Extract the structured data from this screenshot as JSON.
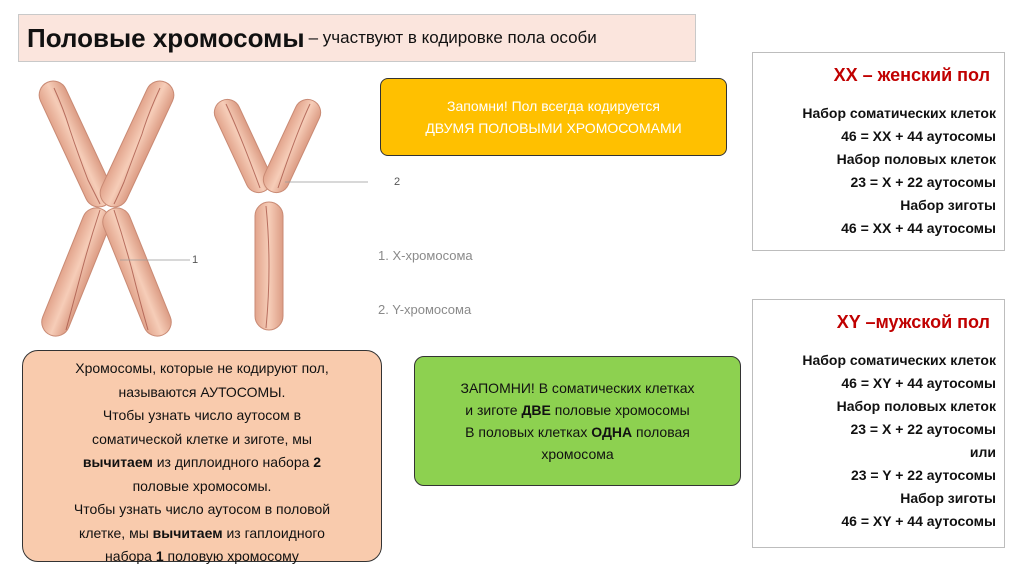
{
  "title": {
    "main": "Половые хромосомы",
    "sub": "– участвуют в кодировке пола особи"
  },
  "diagram": {
    "label_1": "1. X-хромосома",
    "label_2": "2. Y-хромосома",
    "num_1": "1",
    "num_2": "2"
  },
  "remember1": {
    "line1": "Запомни! Пол всегда кодируется",
    "line2": "ДВУМЯ ПОЛОВЫМИ ХРОМОСОМАМИ"
  },
  "female": {
    "header": "XX – женский пол",
    "lines": [
      "Набор соматических клеток",
      "46 = XX + 44 аутосомы",
      "Набор половых клеток",
      "23 = X + 22 аутосомы",
      "Набор зиготы",
      "46 = XX + 44 аутосомы"
    ]
  },
  "male": {
    "header": "XY –мужской пол",
    "lines": [
      "Набор соматических клеток",
      "46 = XY + 44 аутосомы",
      "Набор половых клеток",
      "23 = X + 22 аутосомы",
      "или",
      "23 = Y + 22 аутосомы",
      "Набор зиготы",
      "46 = XY + 44 аутосомы"
    ]
  },
  "autosomes": {
    "l1": "Хромосомы, которые не кодируют пол,",
    "l2": "называются АУТОСОМЫ.",
    "l3": "Чтобы узнать число аутосом в",
    "l4": "соматической клетке и зиготе, мы",
    "l5_b": "вычитаем",
    "l5_a": " из диплоидного набора ",
    "l5_n": "2",
    "l6": "половые хромосомы.",
    "l7": "Чтобы узнать число аутосом в половой",
    "l8_a": "клетке, мы ",
    "l8_b": "вычитаем",
    "l8_c": " из гаплоидного",
    "l9_a": "набора ",
    "l9_n": "1",
    "l9_b": " половую хромосому"
  },
  "green": {
    "l1": "ЗАПОМНИ! В соматических клетках",
    "l2_a": "и зиготе ",
    "l2_b": "ДВЕ",
    "l2_c": " половые хромосомы",
    "l3_a": "В половых клетках ",
    "l3_b": "ОДНА",
    "l3_c": " половая",
    "l4": "хромосома"
  }
}
